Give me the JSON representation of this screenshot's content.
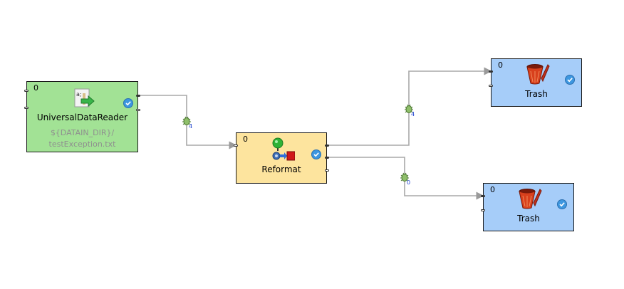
{
  "nodes": {
    "reader": {
      "phase": "0",
      "title": "UniversalDataReader",
      "file_line1": "${DATAIN_DIR}/",
      "file_line2": "testException.txt",
      "icon": "data-reader-icon"
    },
    "reformat": {
      "phase": "0",
      "title": "Reformat",
      "icon": "reformat-icon"
    },
    "trash_top": {
      "phase": "0",
      "title": "Trash",
      "icon": "trash-bucket-icon"
    },
    "trash_bottom": {
      "phase": "0",
      "title": "Trash",
      "icon": "trash-bucket-icon"
    }
  },
  "edges": {
    "reader_to_reformat": {
      "count": "4",
      "icon": "debug-bug-icon"
    },
    "reformat_to_trash_top": {
      "count": "4",
      "icon": "debug-bug-icon"
    },
    "reformat_to_trash_bottom": {
      "count": "0",
      "icon": "debug-bug-icon"
    }
  },
  "colors": {
    "reader_fill": "#a2e295",
    "reformat_fill": "#fde49e",
    "trash_fill": "#a6cdf9",
    "edge": "#9a9a9a",
    "status_check": "#3d97e0"
  }
}
